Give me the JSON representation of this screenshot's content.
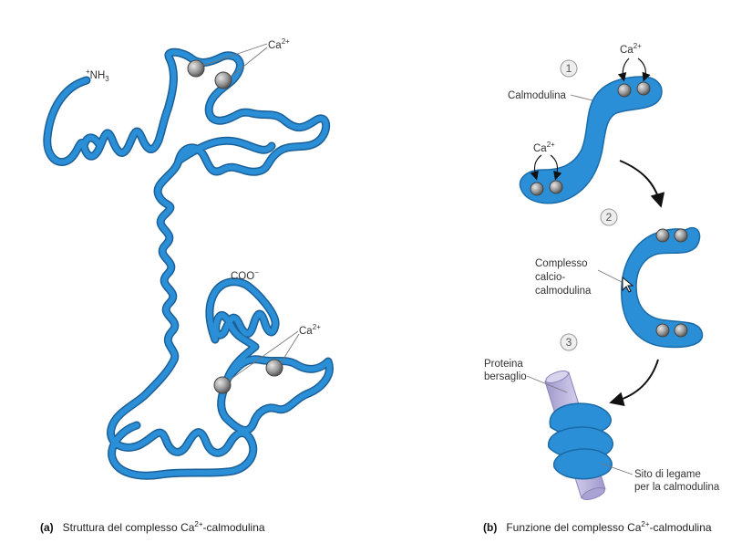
{
  "colors": {
    "protein": "#2a8fd6",
    "protein_edge": "#1b6ba8",
    "ion": "#9a9a9a",
    "target": "#b9b3dc"
  },
  "panel_a": {
    "n_terminus": "NH",
    "n_terminus_sub": "3",
    "n_terminus_sup": "+",
    "c_terminus": "COO",
    "c_terminus_sup": "−",
    "ion_label": "Ca",
    "ion_sup": "2+",
    "caption_tag": "(a)",
    "caption_pre": "Struttura del complesso Ca",
    "caption_sup": "2+",
    "caption_post": "-calmodulina"
  },
  "panel_b": {
    "step1": "1",
    "step2": "2",
    "step3": "3",
    "calmodulina": "Calmodulina",
    "ion_label": "Ca",
    "ion_sup": "2+",
    "complex_line1": "Complesso",
    "complex_line2": "calcio-",
    "complex_line3": "calmodulina",
    "target_line1": "Proteina",
    "target_line2": "bersaglio",
    "site_line1": "Sito di legame",
    "site_line2": "per la calmodulina",
    "caption_tag": "(b)",
    "caption_pre": "Funzione del complesso Ca",
    "caption_sup": "2+",
    "caption_post": "-calmodulina"
  }
}
